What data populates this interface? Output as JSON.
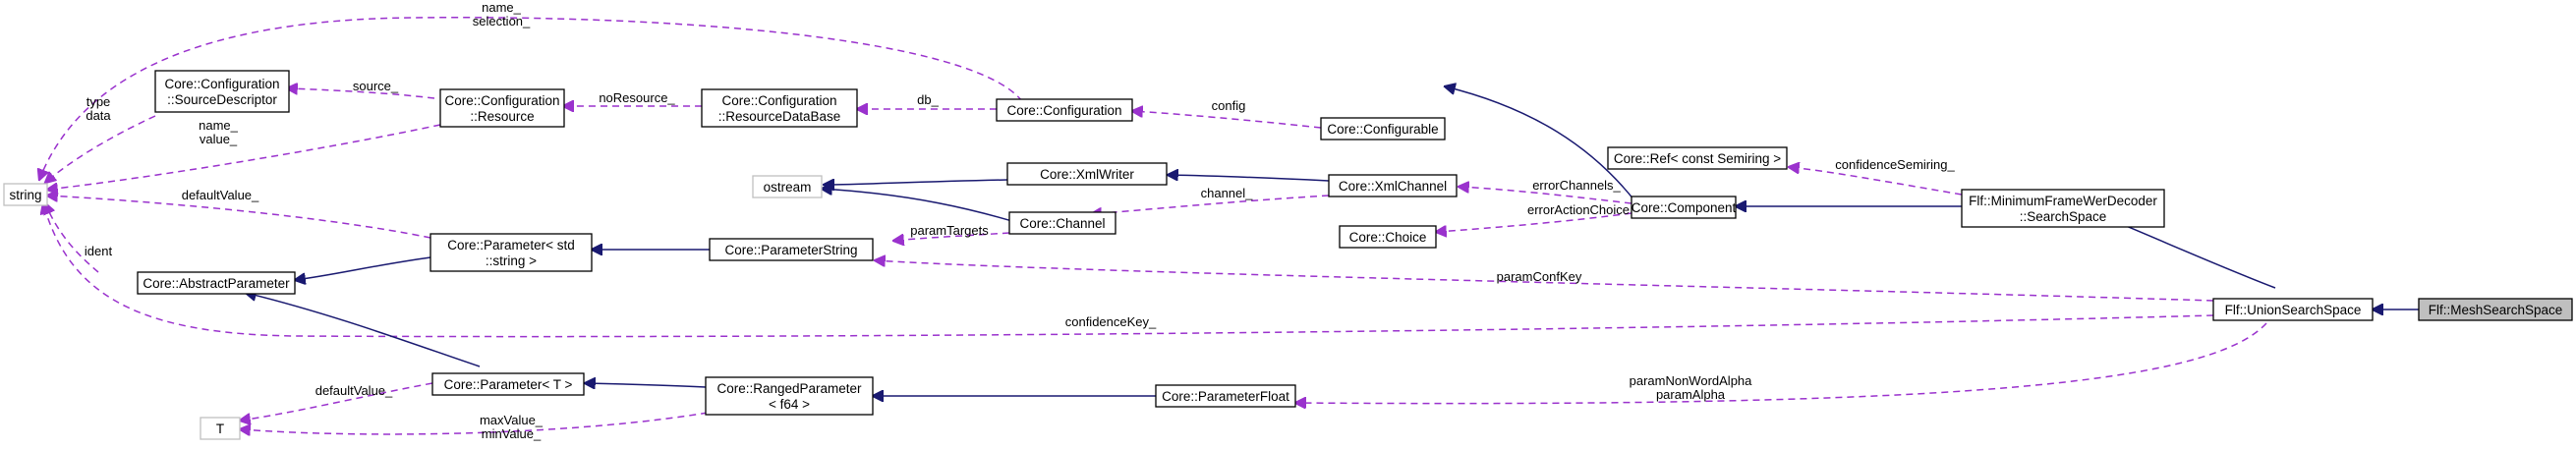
{
  "colors": {
    "inheritance": "#191970",
    "usage": "#9a32cd",
    "node_border": "#000000",
    "muted_border": "#bfbfbf",
    "current_fill": "#bfbfbf"
  },
  "nodes": [
    {
      "id": "string",
      "lines": [
        "string"
      ],
      "muted": true
    },
    {
      "id": "source_descriptor",
      "lines": [
        "Core::Configuration",
        "::SourceDescriptor"
      ]
    },
    {
      "id": "resource",
      "lines": [
        "Core::Configuration",
        "::Resource"
      ]
    },
    {
      "id": "resource_db",
      "lines": [
        "Core::Configuration",
        "::ResourceDataBase"
      ]
    },
    {
      "id": "configuration",
      "lines": [
        "Core::Configuration"
      ]
    },
    {
      "id": "configurable",
      "lines": [
        "Core::Configurable"
      ]
    },
    {
      "id": "ostream",
      "lines": [
        "ostream"
      ],
      "muted": true
    },
    {
      "id": "xml_writer",
      "lines": [
        "Core::XmlWriter"
      ]
    },
    {
      "id": "xml_channel",
      "lines": [
        "Core::XmlChannel"
      ]
    },
    {
      "id": "channel",
      "lines": [
        "Core::Channel"
      ]
    },
    {
      "id": "choice",
      "lines": [
        "Core::Choice"
      ]
    },
    {
      "id": "component",
      "lines": [
        "Core::Component"
      ]
    },
    {
      "id": "ref_semiring",
      "lines": [
        "Core::Ref< const Semiring >"
      ]
    },
    {
      "id": "mfwd_search_space",
      "lines": [
        "Flf::MinimumFrameWerDecoder",
        "::SearchSpace"
      ]
    },
    {
      "id": "param_string_tpl",
      "lines": [
        "Core::Parameter< std",
        "::string >"
      ]
    },
    {
      "id": "parameter_string",
      "lines": [
        "Core::ParameterString"
      ]
    },
    {
      "id": "abstract_parameter",
      "lines": [
        "Core::AbstractParameter"
      ]
    },
    {
      "id": "union_search_space",
      "lines": [
        "Flf::UnionSearchSpace"
      ]
    },
    {
      "id": "mesh_search_space",
      "lines": [
        "Flf::MeshSearchSpace"
      ],
      "current": true
    },
    {
      "id": "parameter_t",
      "lines": [
        "Core::Parameter< T >"
      ]
    },
    {
      "id": "ranged_parameter",
      "lines": [
        "Core::RangedParameter",
        "< f64 >"
      ]
    },
    {
      "id": "parameter_float",
      "lines": [
        "Core::ParameterFloat"
      ]
    },
    {
      "id": "t",
      "lines": [
        "T"
      ],
      "muted": true
    }
  ],
  "edge_labels": [
    {
      "id": "name_selection",
      "lines": [
        "name_",
        "selection_"
      ]
    },
    {
      "id": "type_data",
      "lines": [
        "type",
        "data"
      ]
    },
    {
      "id": "source",
      "lines": [
        "source_"
      ]
    },
    {
      "id": "name_value",
      "lines": [
        "name_",
        "value_"
      ]
    },
    {
      "id": "no_resource",
      "lines": [
        "noResource_"
      ]
    },
    {
      "id": "db",
      "lines": [
        "db_"
      ]
    },
    {
      "id": "config",
      "lines": [
        "config"
      ]
    },
    {
      "id": "default_value_string",
      "lines": [
        "defaultValue_"
      ]
    },
    {
      "id": "channel_label",
      "lines": [
        "channel_"
      ]
    },
    {
      "id": "error_channels",
      "lines": [
        "errorChannels_"
      ]
    },
    {
      "id": "error_action_choice",
      "lines": [
        "errorActionChoice"
      ]
    },
    {
      "id": "param_targets",
      "lines": [
        "paramTargets"
      ]
    },
    {
      "id": "confidence_semiring",
      "lines": [
        "confidenceSemiring_"
      ]
    },
    {
      "id": "ident",
      "lines": [
        "ident"
      ]
    },
    {
      "id": "param_conf_key",
      "lines": [
        "paramConfKey"
      ]
    },
    {
      "id": "confidence_key",
      "lines": [
        "confidenceKey_"
      ]
    },
    {
      "id": "default_value_t",
      "lines": [
        "defaultValue_"
      ]
    },
    {
      "id": "max_min_value",
      "lines": [
        "maxValue_",
        "minValue_"
      ]
    },
    {
      "id": "param_alpha",
      "lines": [
        "paramNonWordAlpha",
        "paramAlpha"
      ]
    }
  ]
}
